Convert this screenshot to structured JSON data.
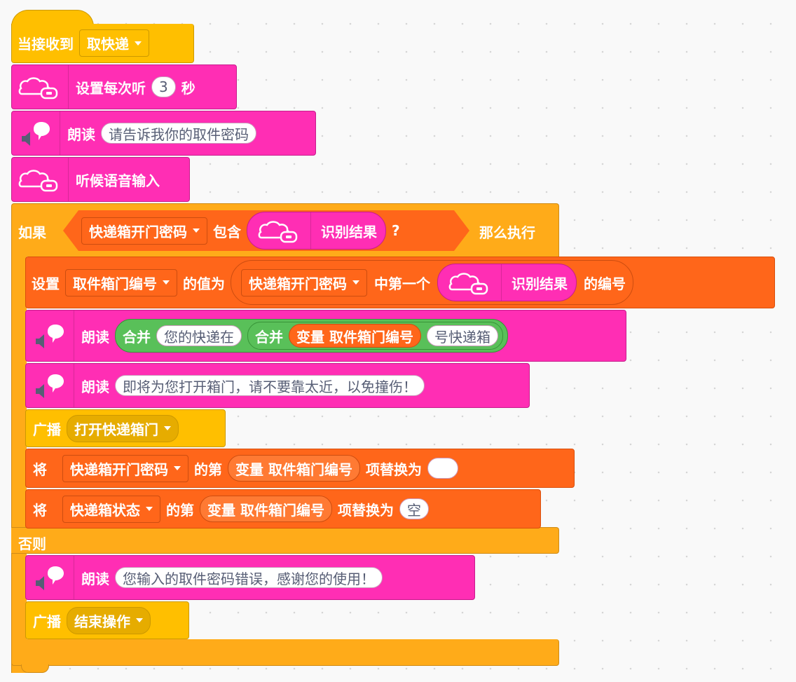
{
  "event": {
    "label": "当接收到",
    "message": "取快递"
  },
  "set_listen": {
    "prefix": "设置每次听",
    "seconds": "3",
    "suffix": "秒"
  },
  "speak1": {
    "label": "朗读",
    "text": "请告诉我你的取件密码"
  },
  "listen": {
    "label": "听候语音输入"
  },
  "if_block": {
    "if_label": "如果",
    "list_name": "快递箱开门密码",
    "contains": "包含",
    "result": "识别结果",
    "question": "?",
    "then_label": "那么执行",
    "else_label": "否则"
  },
  "set_var": {
    "set_label": "设置",
    "var_name": "取件箱门编号",
    "value_label": "的值为",
    "list_name": "快递箱开门密码",
    "first_of": "中第一个",
    "result": "识别结果",
    "index_of": "的编号"
  },
  "speak2": {
    "label": "朗读",
    "join1": "合并",
    "text1": "您的快递在",
    "join2": "合并",
    "var_reporter": "变量 取件箱门编号",
    "text2": "号快递箱"
  },
  "speak3": {
    "label": "朗读",
    "text": "即将为您打开箱门，请不要靠太近，以免撞伤！"
  },
  "broadcast1": {
    "label": "广播",
    "message": "打开快递箱门"
  },
  "replace1": {
    "label": "将",
    "list": "快递箱开门密码",
    "index_label": "的第",
    "var_reporter": "变量 取件箱门编号",
    "replace_label": "项替换为",
    "value": ""
  },
  "replace2": {
    "label": "将",
    "list": "快递箱状态",
    "index_label": "的第",
    "var_reporter": "变量 取件箱门编号",
    "replace_label": "项替换为",
    "value": "空"
  },
  "speak4": {
    "label": "朗读",
    "text": "您输入的取件密码错误，感谢您的使用！"
  },
  "broadcast2": {
    "label": "广播",
    "message": "结束操作"
  },
  "colors": {
    "event": "#ffbf00",
    "speech": "#ff2eb4",
    "control": "#ffab19",
    "data": "#ff661a",
    "operators": "#59c059"
  }
}
